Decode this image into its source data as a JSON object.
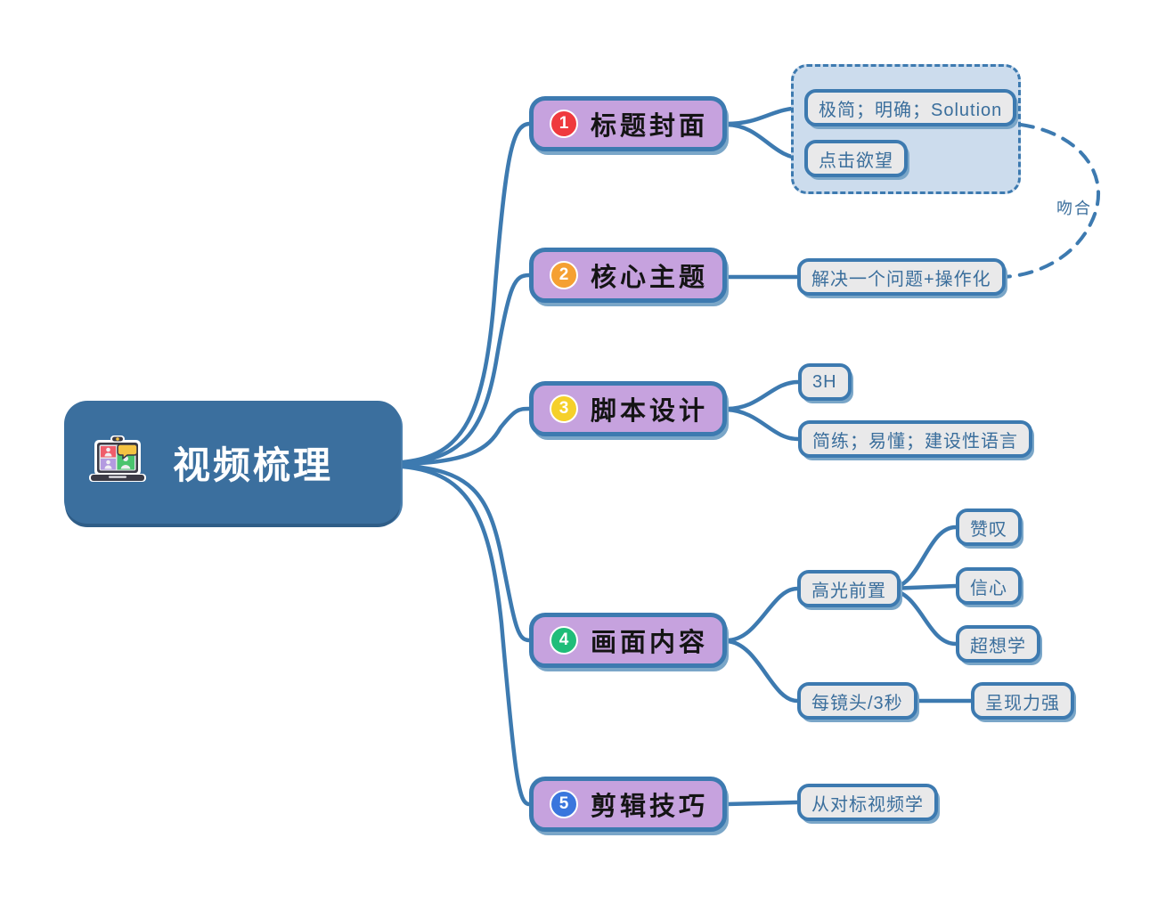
{
  "diagram": {
    "type": "mindmap",
    "title": "视频梳理",
    "root": {
      "label": "视频梳理",
      "icon": "video-conference-laptop-icon",
      "color": "#3b6f9e",
      "text_color": "#ffffff"
    },
    "colors": {
      "root_fill": "#3b6f9e",
      "branch_fill": "#c6a2de",
      "leaf_fill": "#e9e9ea",
      "stroke": "#3d7ab0",
      "group_fill": "#ccdced",
      "leaf_text": "#3a6e9c"
    },
    "branches": [
      {
        "index": "1",
        "badge": "1",
        "badge_color": "#ef3a3e",
        "label": "标题封面",
        "children": [
          {
            "label": "极简；明确；Solution"
          },
          {
            "label": "点击欲望"
          }
        ],
        "group": {
          "name": "title-cover-group",
          "style": "dashed"
        }
      },
      {
        "index": "2",
        "badge": "2",
        "badge_color": "#f5a032",
        "label": "核心主题",
        "children": [
          {
            "label": "解决一个问题+操作化"
          }
        ]
      },
      {
        "index": "3",
        "badge": "3",
        "badge_color": "#f5d02a",
        "label": "脚本设计",
        "children": [
          {
            "label": "3H"
          },
          {
            "label": "简练；易懂；建设性语言"
          }
        ]
      },
      {
        "index": "4",
        "badge": "4",
        "badge_color": "#1fbd79",
        "label": "画面内容",
        "children": [
          {
            "label": "高光前置",
            "children": [
              {
                "label": "赞叹"
              },
              {
                "label": "信心"
              },
              {
                "label": "超想学"
              }
            ]
          },
          {
            "label": "每镜头/3秒",
            "children": [
              {
                "label": "呈现力强"
              }
            ]
          }
        ]
      },
      {
        "index": "5",
        "badge": "5",
        "badge_color": "#3a76dd",
        "label": "剪辑技巧",
        "children": [
          {
            "label": "从对标视频学"
          }
        ]
      }
    ],
    "relations": [
      {
        "label": "吻合",
        "style": "dashed-arrow",
        "from": "title-cover-group",
        "to": "解决一个问题+操作化"
      }
    ]
  }
}
